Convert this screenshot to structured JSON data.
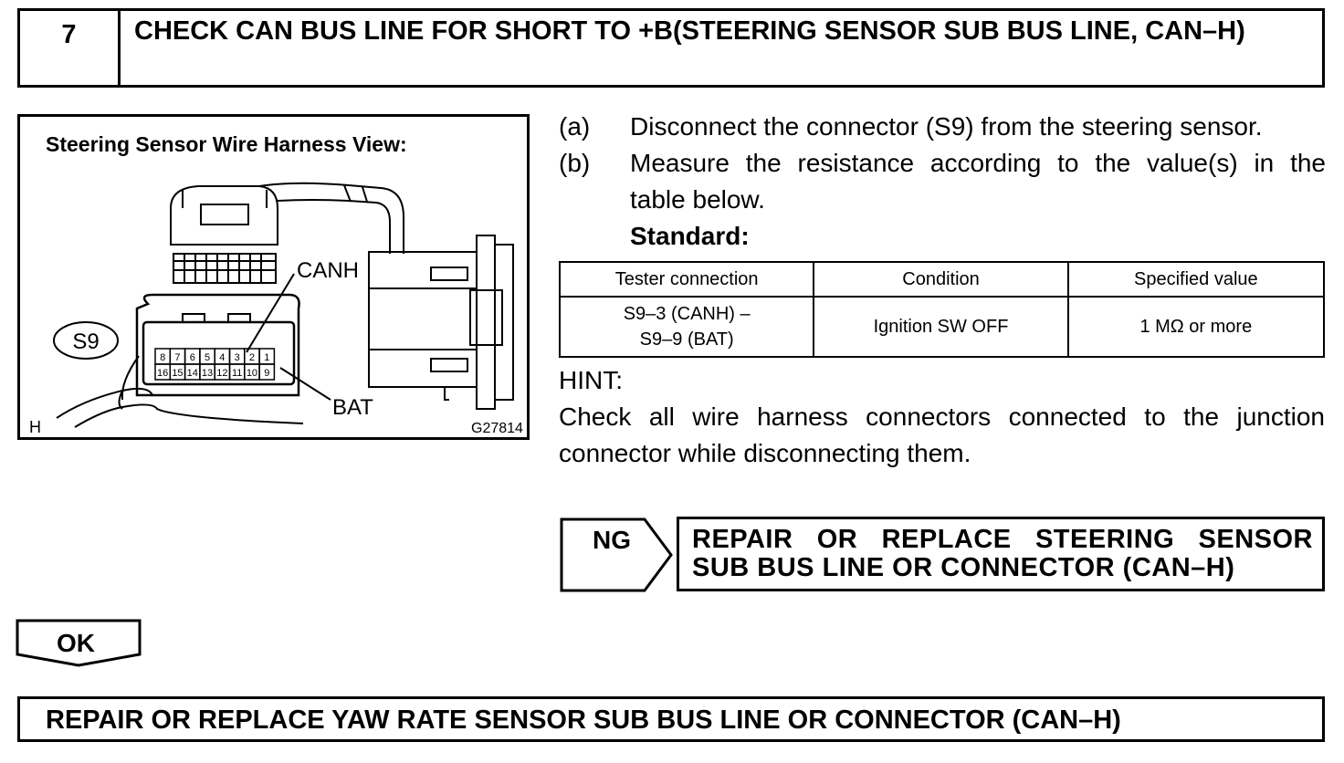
{
  "step": {
    "number": "7",
    "title": "CHECK CAN BUS LINE FOR SHORT TO +B(STEERING SENSOR SUB BUS LINE, CAN–H)"
  },
  "figure": {
    "title": "Steering Sensor Wire Harness View:",
    "connector_id": "S9",
    "label_canh": "CANH",
    "label_bat": "BAT",
    "side_mark": "H",
    "figure_code": "G27814",
    "pins_top": [
      "8",
      "7",
      "6",
      "5",
      "4",
      "3",
      "2",
      "1"
    ],
    "pins_bottom": [
      "16",
      "15",
      "14",
      "13",
      "12",
      "11",
      "10",
      "9"
    ]
  },
  "instructions": [
    {
      "letter": "(a)",
      "text": "Disconnect the connector (S9) from the steering sensor."
    },
    {
      "letter": "(b)",
      "text": "Measure the resistance according to the value(s) in the",
      "text2": "table below."
    }
  ],
  "standard_label": "Standard:",
  "table": {
    "headers": [
      "Tester connection",
      "Condition",
      "Specified value"
    ],
    "rows": [
      {
        "connection_line1": "S9–3 (CANH) –",
        "connection_line2": "S9–9 (BAT)",
        "condition": "Ignition SW OFF",
        "value": "1 MΩ or more"
      }
    ]
  },
  "hint": {
    "label": "HINT:",
    "text": "Check all wire harness connectors connected to the junction connector while disconnecting them."
  },
  "ng": {
    "label": "NG",
    "result_line1": "REPAIR OR REPLACE STEERING SENSOR",
    "result_line2": "SUB BUS LINE OR CONNECTOR (CAN–H)"
  },
  "ok": {
    "label": "OK"
  },
  "final_action": "REPAIR OR REPLACE YAW RATE SENSOR SUB BUS LINE OR CONNECTOR (CAN–H)"
}
